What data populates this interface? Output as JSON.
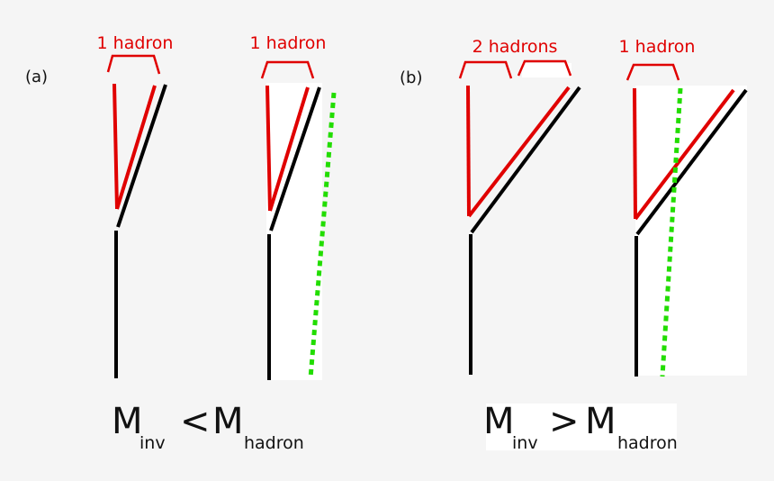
{
  "panels": [
    {
      "label": "(a)"
    },
    {
      "label": "(b)"
    }
  ],
  "brackets": [
    {
      "label": "1 hadron"
    },
    {
      "label": "1 hadron"
    },
    {
      "label": "2 hadrons"
    },
    {
      "label": "1 hadron"
    }
  ],
  "equations": [
    {
      "lhs": "M",
      "lhs_sub": "inv",
      "op": "<",
      "rhs": "M",
      "rhs_sub": "hadron"
    },
    {
      "lhs": "M",
      "lhs_sub": "inv",
      "op": ">",
      "rhs": "M",
      "rhs_sub": "hadron"
    }
  ],
  "colors": {
    "background": "#f5f5f5",
    "quark_line": "#e00000",
    "parton_line": "#000000",
    "jet_axis_dotted": "#22dd00",
    "highlight_box": "#ffffff"
  }
}
